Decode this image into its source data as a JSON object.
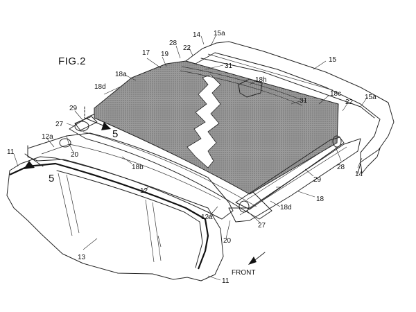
{
  "figure": {
    "title": "FIG.2",
    "front_label": "FRONT",
    "labels": {
      "l_11a": "11",
      "l_11b": "11",
      "l_12": "12",
      "l_12a_left": "12a",
      "l_12a_right": "12a",
      "l_13": "13",
      "l_14_top": "14",
      "l_14_right": "14",
      "l_15": "15",
      "l_15a_top": "15a",
      "l_15a_right": "15a",
      "l_17": "17",
      "l_18": "18",
      "l_18a": "18a",
      "l_18b": "18b",
      "l_18c": "18c",
      "l_18d_left": "18d",
      "l_18d_bottom": "18d",
      "l_18h": "18h",
      "l_19": "19",
      "l_20a": "20",
      "l_20b": "20",
      "l_22a": "22",
      "l_22b": "22",
      "l_27a": "27",
      "l_27b": "27",
      "l_28a": "28",
      "l_28b": "28",
      "l_29a": "29",
      "l_29b": "29",
      "l_31a": "31",
      "l_31b": "31",
      "l_5a": "5",
      "l_5b": "5"
    }
  },
  "colors": {
    "line": "#222222",
    "screen_fill": "#8a8a8a",
    "background": "#ffffff"
  }
}
